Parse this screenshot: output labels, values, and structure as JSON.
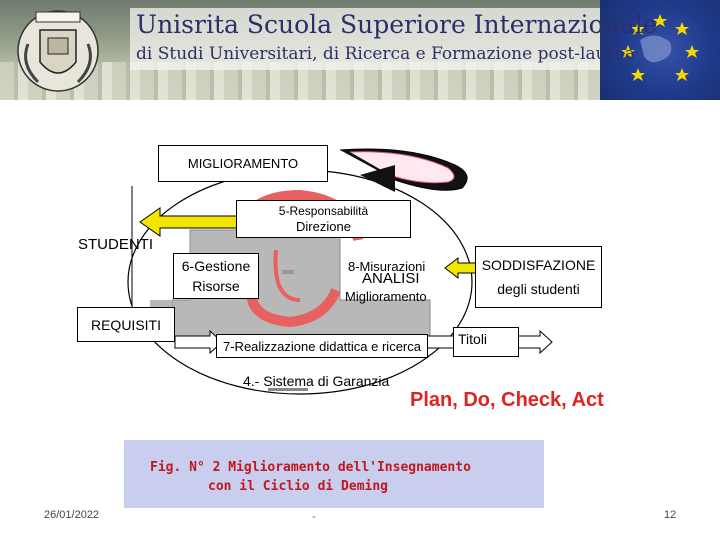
{
  "header": {
    "title_line1": "Unisrita  Scuola Superiore Internazionale",
    "title_line2": "di Studi Universitari, di Ricerca e Formazione post-laurea"
  },
  "diagram": {
    "miglioramento": "MIGLIORAMENTO",
    "responsabilita_line1": "5-Responsabilità",
    "responsabilita_line2": "Direzione",
    "studenti": "STUDENTI",
    "gestione_line1": "6-Gestione",
    "gestione_line2": "Risorse",
    "misurazioni_line1": "8-Misurazioni",
    "misurazioni_line2": "ANALISI",
    "misurazioni_line3": "Miglioramento",
    "soddisfazione_line1": "SODDISFAZIONE",
    "soddisfazione_line2": "degli  studenti",
    "requisiti": "REQUISITI",
    "realizzazione": "7-Realizzazione didattica e ricerca",
    "titoli": "Titoli",
    "sistema": "4.- Sistema di Garanzia",
    "pdca": "Plan, Do, Check, Act"
  },
  "caption": {
    "line1": "Fig. N° 2 Miglioramento dell'Insegnamento",
    "line2": "con il  Ciclio di Deming"
  },
  "footer": {
    "date": "26/01/2022",
    "middle": "-",
    "page": "12"
  },
  "colors": {
    "header_text": "#2b2f6b",
    "arrow_yellow": "#f2e600",
    "red_arrow": "#c0181c",
    "pdca_red": "#e02222",
    "caption_bg": "#c9ceee"
  }
}
